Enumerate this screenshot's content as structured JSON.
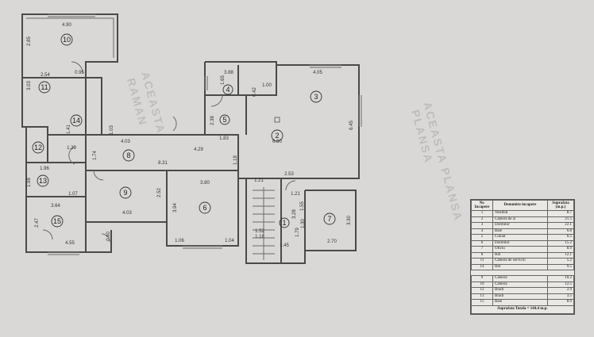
{
  "watermark": [
    "ACEASTA",
    "RAMAN",
    "ACEASTA PLANSA",
    "PLANSA"
  ],
  "rooms": [
    {
      "id": "r1",
      "num": "1"
    },
    {
      "id": "r2",
      "num": "2"
    },
    {
      "id": "r3",
      "num": "3"
    },
    {
      "id": "r4",
      "num": "4"
    },
    {
      "id": "r5",
      "num": "5"
    },
    {
      "id": "r6",
      "num": "6"
    },
    {
      "id": "r7",
      "num": "7"
    },
    {
      "id": "r8",
      "num": "8"
    },
    {
      "id": "r9",
      "num": "9"
    },
    {
      "id": "r10",
      "num": "10"
    },
    {
      "id": "r11",
      "num": "11"
    },
    {
      "id": "r12",
      "num": "12"
    },
    {
      "id": "r13",
      "num": "13"
    },
    {
      "id": "r14",
      "num": "14"
    },
    {
      "id": "r15",
      "num": "15"
    }
  ],
  "dims": {
    "d1": "4.90",
    "d2": "2.85",
    "d3": "2.54",
    "d4": "0.95",
    "d5": "3.03",
    "d6": "3.88",
    "d7": "1.00",
    "d8": "1.65",
    "d9": "4.05",
    "d10": "6.45",
    "d11": "2.38",
    "d12": "6.80",
    "d13": "0.42",
    "d14": "1.41",
    "d15": "1.29",
    "d16": "4.03",
    "d17": "4.29",
    "d18": "1.74",
    "d19": "8.31",
    "d20": "1.83",
    "d21": "1.18",
    "d22": "1.96",
    "d23": "3.80",
    "d24": "2.52",
    "d25": "3.94",
    "d26": "1.07",
    "d27": "1.98",
    "d28": "3.64",
    "d29": "4.03",
    "d30": "2.47",
    "d31": "4.55",
    "d32": "0.90",
    "d33": "1.06",
    "d34": "1.04",
    "d35": "1.21",
    "d36": "2.53",
    "d37": "1.21",
    "d38": "3.28",
    "d39": "1.55",
    "d40": "1.79",
    "d41": "1.30",
    "d42": "1.18",
    "d43": "1.45",
    "d44": "2.70",
    "d45": "3.30",
    "d46": "1.03",
    "d47": "1.52"
  },
  "legend": {
    "headers": [
      "Nr. Incapere",
      "Denumire incapere",
      "Suprafata (m.p.)"
    ],
    "rows": [
      {
        "n": "1",
        "name": "Vestibul",
        "area": "8.7"
      },
      {
        "n": "2",
        "name": "Camera de zi",
        "area": "21.5"
      },
      {
        "n": "3",
        "name": "Dormitor",
        "area": "22.1"
      },
      {
        "n": "4",
        "name": "Baie",
        "area": "6.8"
      },
      {
        "n": "5",
        "name": "Culoar",
        "area": "6.5"
      },
      {
        "n": "6",
        "name": "Dormitor",
        "area": "15.2"
      },
      {
        "n": "7",
        "name": "Oficiu",
        "area": "8.9"
      },
      {
        "n": "8",
        "name": "Hol",
        "area": "12.1"
      },
      {
        "n": "11",
        "name": "Camera de serviciu",
        "area": "5.2"
      },
      {
        "n": "14",
        "name": "Hol",
        "area": "9.5"
      }
    ],
    "rows2": [
      {
        "n": "9",
        "name": "Camera",
        "area": "10.2"
      },
      {
        "n": "10",
        "name": "Camera",
        "area": "12.5"
      },
      {
        "n": "12",
        "name": "Bradi",
        "area": "2.9"
      },
      {
        "n": "13",
        "name": "Bradi",
        "area": "3.5"
      },
      {
        "n": "15",
        "name": "Baie",
        "area": "8.9"
      }
    ],
    "total": "Suprafata Totala = 144.4 m.p."
  }
}
